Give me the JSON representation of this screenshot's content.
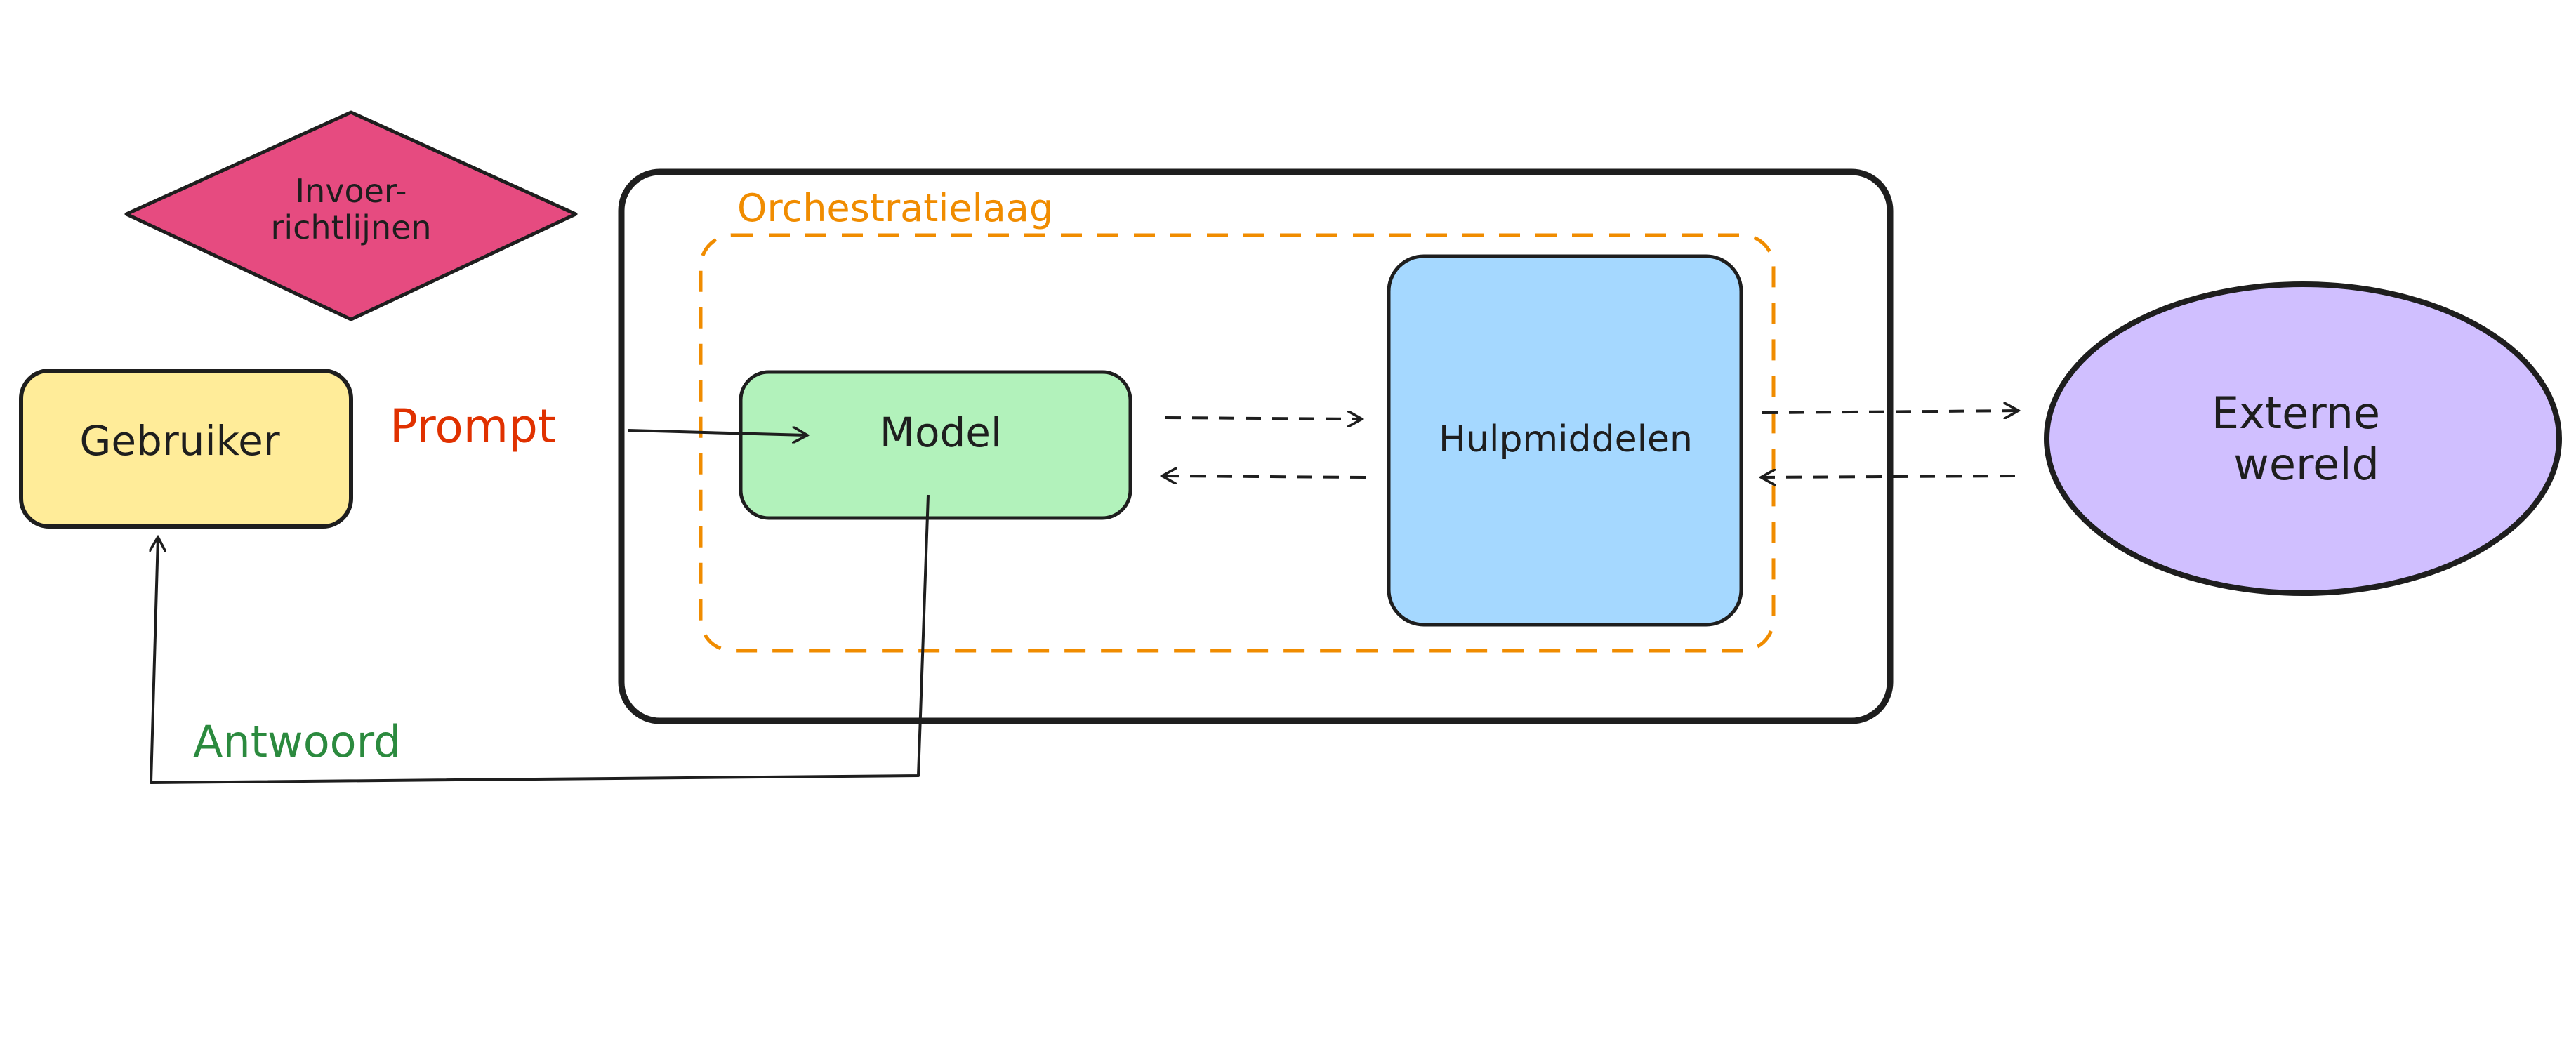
{
  "diagram": {
    "nodes": {
      "guardrails": {
        "line1": "Invoer-",
        "line2": "richtlijnen",
        "fill": "#e64b80"
      },
      "user": {
        "label": "Gebruiker",
        "fill": "#ffec99"
      },
      "model": {
        "label": "Model",
        "fill": "#b2f2bb"
      },
      "tools": {
        "label": "Hulpmiddelen",
        "fill": "#a5d8ff"
      },
      "world": {
        "line1": "Externe",
        "line2": "wereld",
        "fill": "#d0bfff"
      }
    },
    "containers": {
      "orchestration": {
        "label": "Orchestratielaag",
        "color": "#f08c00"
      }
    },
    "edges": {
      "prompt": {
        "label": "Prompt",
        "color": "#e03100"
      },
      "answer": {
        "label": "Antwoord",
        "color": "#2b8a3e"
      }
    },
    "stroke": "#1e1e1e"
  }
}
